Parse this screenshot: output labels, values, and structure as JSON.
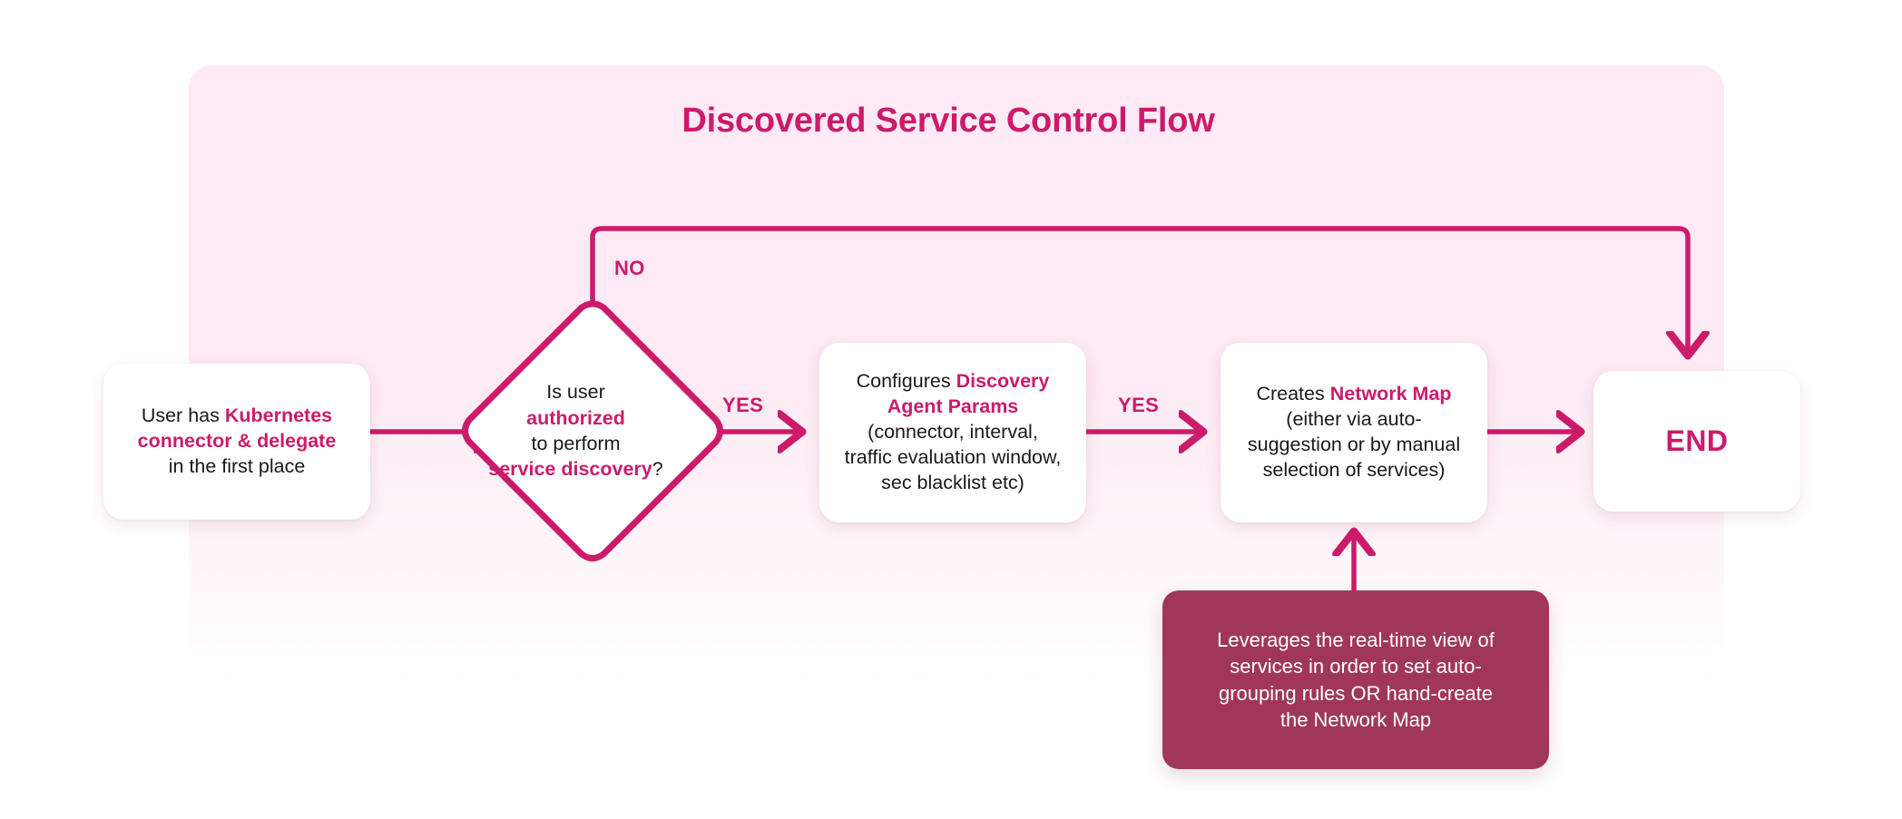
{
  "title": "Discovered Service Control Flow",
  "colors": {
    "accent": "#CC1B6B",
    "panel_bg": "#FDEAF4",
    "node_bg": "#FFFFFF",
    "note_bg": "#A0375B",
    "text": "#19191B",
    "note_text": "#FFFFFF"
  },
  "nodes": {
    "start": {
      "shape": "rounded-rect",
      "lines": [
        [
          {
            "t": "User has ",
            "accent": false
          },
          {
            "t": "Kubernetes",
            "accent": true
          }
        ],
        [
          {
            "t": "connector & delegate",
            "accent": true
          }
        ],
        [
          {
            "t": "in the first place",
            "accent": false
          }
        ]
      ],
      "plain_text": "User has Kubernetes connector & delegate in the first place"
    },
    "decision": {
      "shape": "diamond",
      "lines": [
        [
          {
            "t": "Is user",
            "accent": false
          }
        ],
        [
          {
            "t": "authorized",
            "accent": true
          }
        ],
        [
          {
            "t": "to perform",
            "accent": false
          }
        ],
        [
          {
            "t": "service discovery",
            "accent": true
          },
          {
            "t": "?",
            "accent": false
          }
        ]
      ],
      "plain_text": "Is user authorized to perform service discovery?"
    },
    "params": {
      "shape": "rounded-rect",
      "lines": [
        [
          {
            "t": "Configures ",
            "accent": false
          },
          {
            "t": "Discovery",
            "accent": true
          }
        ],
        [
          {
            "t": "Agent Params",
            "accent": true
          }
        ],
        [
          {
            "t": "(connector, interval,",
            "accent": false
          }
        ],
        [
          {
            "t": "traffic evaluation window,",
            "accent": false
          }
        ],
        [
          {
            "t": "sec blacklist etc)",
            "accent": false
          }
        ]
      ],
      "plain_text": "Configures Discovery Agent Params (connector, interval, traffic evaluation window, sec blacklist etc)"
    },
    "map": {
      "shape": "rounded-rect",
      "lines": [
        [
          {
            "t": "Creates ",
            "accent": false
          },
          {
            "t": "Network Map",
            "accent": true
          }
        ],
        [
          {
            "t": "(either via auto-",
            "accent": false
          }
        ],
        [
          {
            "t": "suggestion or by manual",
            "accent": false
          }
        ],
        [
          {
            "t": "selection of services)",
            "accent": false
          }
        ]
      ],
      "plain_text": "Creates Network Map (either via auto-suggestion or by manual selection of services)"
    },
    "end": {
      "shape": "rounded-rect",
      "label": "END"
    },
    "note": {
      "shape": "rounded-rect-filled",
      "lines": [
        "Leverages the real-time view of",
        "services in order to set auto-",
        "grouping rules OR hand-create",
        "the Network Map"
      ],
      "plain_text": "Leverages the real-time view of services in order to set auto-grouping rules OR hand-create the Network Map"
    }
  },
  "edges": {
    "start_to_decision": {
      "label": ""
    },
    "decision_no": {
      "label": "NO",
      "from": "decision",
      "to": "end"
    },
    "decision_yes": {
      "label": "YES",
      "from": "decision",
      "to": "params"
    },
    "params_to_map": {
      "label": "YES",
      "from": "params",
      "to": "map"
    },
    "map_to_end": {
      "label": ""
    },
    "note_to_map": {
      "label": ""
    }
  }
}
